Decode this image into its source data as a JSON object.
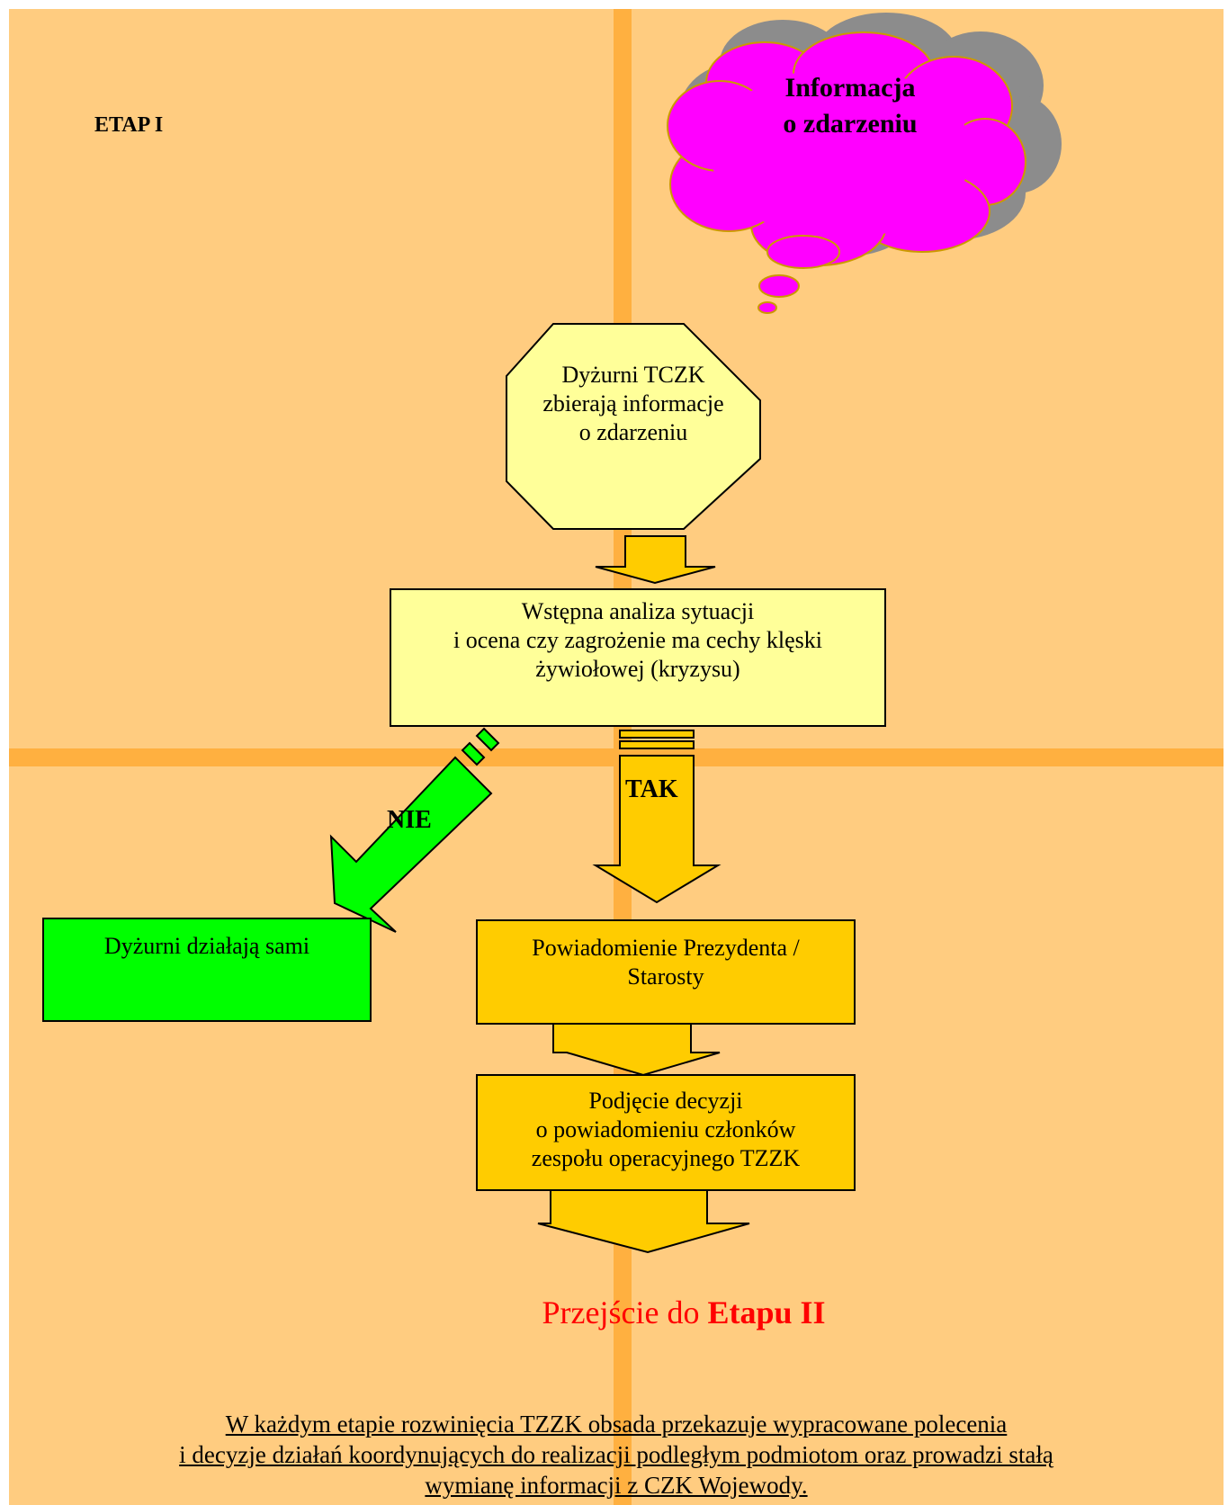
{
  "colors": {
    "background": "#ffcc80",
    "band": "#ffb040",
    "cloud": "#ff00ff",
    "cloud_shadow": "#808080",
    "octagon": "#ffff99",
    "analysis_box": "#ffff99",
    "green": "#00ff00",
    "orange": "#ffcc00",
    "transition_text": "#ff0000"
  },
  "etap_label": "ETAP I",
  "cloud": {
    "line1": "Informacja",
    "line2": "o zdarzeniu"
  },
  "octagon": {
    "line1": "Dyżurni TCZK",
    "line2": "zbierają informacje",
    "line3": "o zdarzeniu"
  },
  "analysis": {
    "line1": "Wstępna analiza sytuacji",
    "line2": "i ocena czy zagrożenie ma cechy klęski",
    "line3": "żywiołowej (kryzysu)"
  },
  "branch_no": {
    "label": "NIE",
    "box": "Dyżurni działają sami"
  },
  "branch_yes": {
    "label": "TAK"
  },
  "notify": {
    "line1": "Powiadomienie Prezydenta /",
    "line2": "Starosty"
  },
  "decision": {
    "line1": "Podjęcie decyzji",
    "line2": "o powiadomieniu członków",
    "line3": "zespołu operacyjnego TZZK"
  },
  "transition": {
    "prefix": "Przejście do ",
    "emphasis": "Etapu  II"
  },
  "footnote": {
    "line1": "W każdym etapie rozwinięcia TZZK obsada przekazuje wypracowane polecenia",
    "line2": "i decyzje działań koordynujących do realizacji podległym podmiotom oraz prowadzi stałą",
    "line3": "wymianę informacji z CZK Wojewody."
  }
}
